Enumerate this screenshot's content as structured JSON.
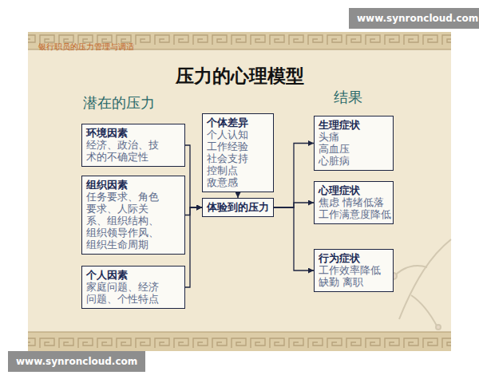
{
  "diagram": {
    "title": "压力的心理模型",
    "nodes": [
      {
        "text": [
          "环境因素",
          "经济、政治、技术的不确定性"
        ]
      },
      {
        "text": [
          "组织因素",
          "任务要求、角色要求、人际关系、组织结构、组织领导作风、组织生命周期"
        ]
      },
      {
        "text": [
          "个人因素",
          "家庭问题、经济问题、个性特点"
        ]
      },
      {
        "text": [
          "个体差异",
          "个人认知 工作经验 社会支持 控制点 敌意感"
        ]
      },
      {
        "text": [
          "体验到的压力"
        ]
      },
      {
        "text": [
          "生理症状",
          "头痛 高血压 心脏病"
        ]
      },
      {
        "text": [
          "心理症状",
          "焦虑 情绪低落 工作满意度降低"
        ]
      },
      {
        "text": [
          "行为症状",
          "工作效率降低 缺勤 离职"
        ]
      }
    ],
    "edges": [
      {
        "from": 0,
        "to": 4,
        "arrow": "to"
      },
      {
        "from": 1,
        "to": 4,
        "arrow": "to"
      },
      {
        "from": 2,
        "to": 4,
        "arrow": "to"
      },
      {
        "from": 3,
        "to": 4,
        "arrow": "to"
      },
      {
        "from": 4,
        "to": 5,
        "arrow": "to"
      },
      {
        "from": 4,
        "to": 6,
        "arrow": "to"
      },
      {
        "from": 4,
        "to": 7,
        "arrow": "to"
      }
    ],
    "labels": [
      "银行职员的压力管理与调适",
      "潜在的压力",
      "结果",
      "www.synroncloud.com",
      "www.synroncloud.com"
    ]
  }
}
